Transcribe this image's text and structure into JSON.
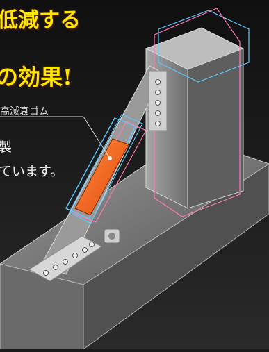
{
  "headline": {
    "line1": "低減する",
    "line2": "の効果!"
  },
  "callout_label": "高減衰ゴム",
  "body": {
    "line1": "製",
    "line2": "ています。"
  },
  "colors": {
    "accent": "#ffe600",
    "rubber": "#ff6a2a",
    "blue_outline": "#5ec8ff",
    "pink_outline": "#ff7ab8",
    "concrete": "#8a8a8a"
  },
  "icons": [
    "bolt-icon",
    "anchor-plate-icon"
  ]
}
